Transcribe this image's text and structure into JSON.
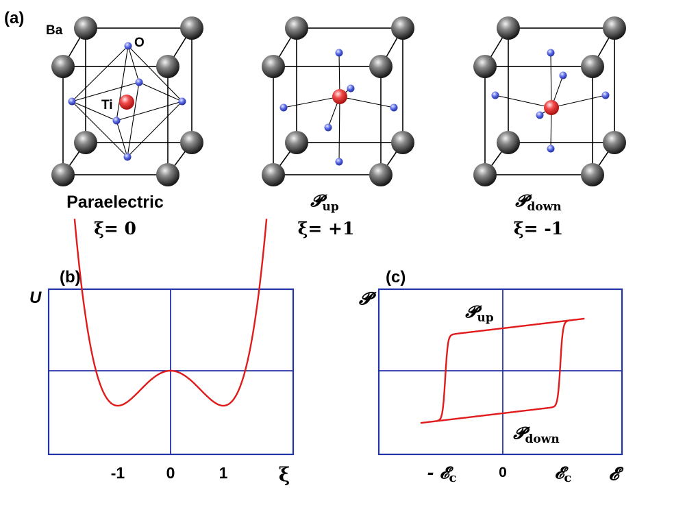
{
  "panel_a": {
    "label": "(a)",
    "atom_labels": {
      "ba": "Ba",
      "o": "O",
      "ti": "Ti"
    },
    "structures": [
      {
        "state": "Paraelectric",
        "state_sub": "",
        "xi": "ξ= 0"
      },
      {
        "state": "𝓟",
        "state_sub": "up",
        "xi": "ξ= +1"
      },
      {
        "state": "𝓟",
        "state_sub": "down",
        "xi": "ξ= -1"
      }
    ]
  },
  "panel_b": {
    "label": "(b)",
    "y_axis_label": "U",
    "x_axis_label": "ξ",
    "tick_labels": [
      "-1",
      "0",
      "1"
    ]
  },
  "panel_c": {
    "label": "(c)",
    "y_axis_label": "𝓟",
    "x_axis_label": "𝓔",
    "tick_labels": {
      "neg": "- 𝓔",
      "neg_sub": "c",
      "zero": "0",
      "pos": "𝓔",
      "pos_sub": "c"
    },
    "upper_label": {
      "main": "𝓟",
      "sub": "up"
    },
    "lower_label": {
      "main": "𝓟",
      "sub": "down"
    }
  },
  "colors": {
    "frame": "#2233aa",
    "curve": "#e11b1b",
    "ba_atom": "#333333",
    "ti_atom": "#e53030",
    "o_atom": "#4455dd"
  }
}
